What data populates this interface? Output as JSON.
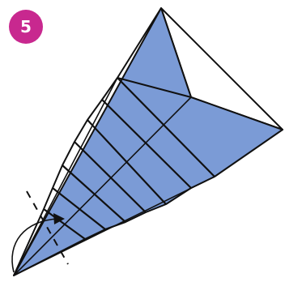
{
  "step": {
    "number": "5",
    "badge_color": "#c8288f",
    "text_color": "#ffffff"
  },
  "colors": {
    "paper_colored": "#7b9bd6",
    "paper_white": "#ffffff",
    "line": "#111111",
    "background": "#ffffff"
  },
  "icons": {
    "fold_arrow": "curved-fold-arrow",
    "fold_line": "dashed-fold-line"
  }
}
